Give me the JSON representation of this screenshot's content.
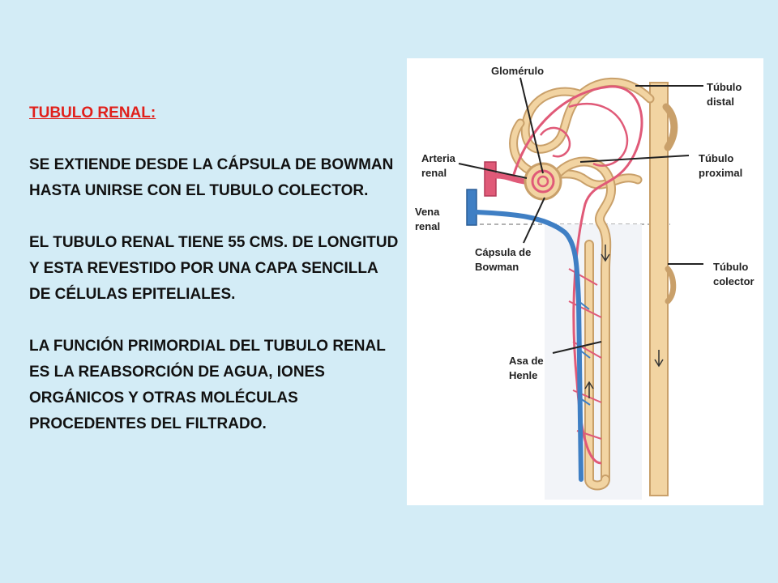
{
  "text": {
    "title": "TUBULO RENAL:",
    "p1": "SE EXTIENDE DESDE LA CÁPSULA DE BOWMAN HASTA UNIRSE CON EL TUBULO COLECTOR.",
    "p2": "EL TUBULO RENAL TIENE 55 CMS. DE LONGITUD Y ESTA REVESTIDO POR UNA CAPA SENCILLA DE CÉLULAS EPITELIALES.",
    "p3": "LA FUNCIÓN PRIMORDIAL DEL TUBULO RENAL ES LA REABSORCIÓN DE AGUA, IONES ORGÁNICOS Y OTRAS MOLÉCULAS PROCEDENTES DEL FILTRADO."
  },
  "diagram": {
    "labels": {
      "glomerulo": "Glomérulo",
      "tubulo_distal_1": "Túbulo",
      "tubulo_distal_2": "distal",
      "arteria_1": "Arteria",
      "arteria_2": "renal",
      "tubulo_proximal_1": "Túbulo",
      "tubulo_proximal_2": "proximal",
      "vena_1": "Vena",
      "vena_2": "renal",
      "capsula_1": "Cápsula de",
      "capsula_2": "Bowman",
      "tubulo_colector_1": "Túbulo",
      "tubulo_colector_2": "colector",
      "asa_1": "Asa de",
      "asa_2": "Henle"
    },
    "colors": {
      "tubule": "#f2d4a2",
      "tubule_outline": "#c9a06a",
      "artery": "#e05a78",
      "vein": "#3f7fc4",
      "background": "#d3ecf6",
      "title": "#e0201b"
    }
  }
}
